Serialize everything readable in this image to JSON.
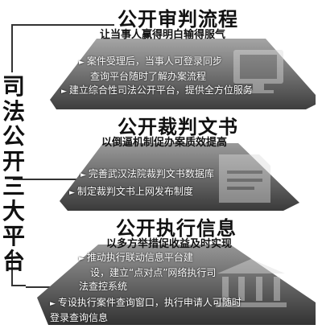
{
  "side_title": [
    "司",
    "法",
    "公",
    "开",
    "三",
    "大",
    "平",
    "台"
  ],
  "sections": [
    {
      "title": "公开审判流程",
      "subtitle": "让当事人赢得明白输得服气",
      "bullets": [
        [
          "案件受理后，当事人可登录同步",
          "查询平台随时了解办案流程"
        ],
        [
          "建立综合性司法公开平台，提供全方位服务"
        ]
      ],
      "icon": "monitor-icon"
    },
    {
      "title": "公开裁判文书",
      "subtitle": "以倒逼机制促办案质效提高",
      "bullets": [
        [
          "完善武汉法院裁判文书数据库"
        ],
        [
          "制定裁判文书上网发布制度"
        ]
      ],
      "icon": "document-icon"
    },
    {
      "title": "公开执行信息",
      "subtitle": "以多方举措促收益及时实现",
      "bullets": [
        [
          "推动执行联动信息平台建",
          "设，建立“点对点”网络执行司",
          "法查控系统"
        ],
        [
          "专设执行案件查询窗口，执行申请人可随时",
          "登录查询信息"
        ]
      ],
      "icon": "courthouse-icon"
    }
  ],
  "colors": {
    "panel_top": "#8a8a8a",
    "panel_bottom": "#3a3a3a",
    "ink": "#111111"
  }
}
